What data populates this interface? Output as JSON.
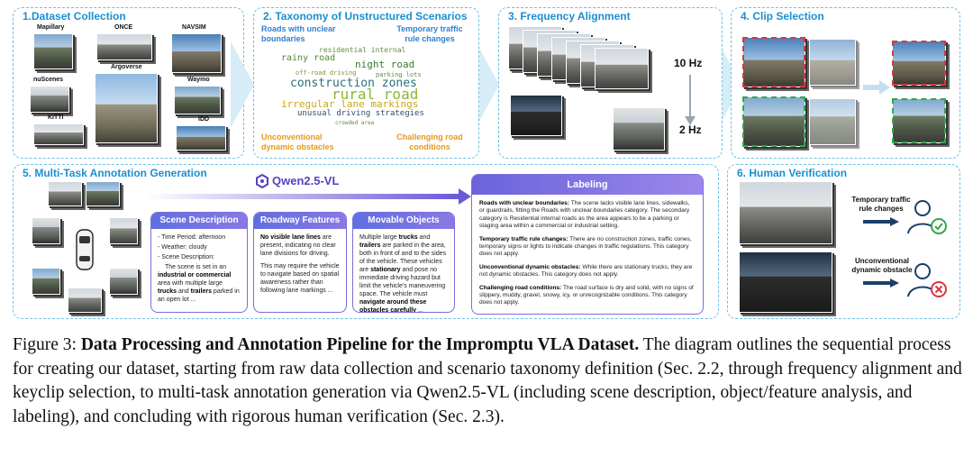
{
  "panels": {
    "dataset": {
      "title": "1.Dataset Collection",
      "sources": [
        "Mapillary",
        "ONCE",
        "NAVSIM",
        "nuScenes",
        "Argoverse",
        "Waymo",
        "KITTI",
        "IDD"
      ]
    },
    "taxonomy": {
      "title": "2. Taxonomy of Unstructured Scenarios",
      "corner_top_left": "Roads with unclear boundaries",
      "corner_top_right": "Temporary traffic rule changes",
      "corner_bottom_left": "Unconventional dynamic obstacles",
      "corner_bottom_right": "Challenging road conditions",
      "cloud_words": {
        "residential_internal": "residential internal",
        "rainy_road": "rainy road",
        "night_road": "night road",
        "off_road_driving": "off-road driving",
        "parking_lots": "parking lots",
        "construction_zones": "construction zones",
        "rural_road": "rural road",
        "irregular_lane_markings": "irregular lane markings",
        "unusual_driving_strategies": "unusual driving strategies",
        "crowded_area": "crowded area"
      }
    },
    "frequency": {
      "title": "3. Frequency Alignment",
      "hz_high": "10 Hz",
      "hz_low": "2 Hz"
    },
    "clip": {
      "title": "4. Clip Selection"
    },
    "annotation": {
      "title": "5. Multi-Task Annotation Generation",
      "model": "Qwen2.5-VL",
      "scene": {
        "header": "Scene Description",
        "time": "- Time Period:  afternoon",
        "weather": "- Weather:  cloudy",
        "scene_label": "- Scene Description:",
        "p1": "The scene is set in an",
        "b1": "industrial or commercial",
        "p2": "area with multiple large",
        "b2": "trucks",
        "p3": "and",
        "b3": "trailers",
        "p4": "parked in an open lot ..."
      },
      "roadway": {
        "header": "Roadway Features",
        "b1": "No visible lane lines",
        "p1": "are present, indicating no clear lane divisions for driving.",
        "p2": "This may require the vehicle to navigate based on spatial awareness rather than following lane markings ..."
      },
      "movable": {
        "header": "Movable Objects",
        "p1": "Multiple large",
        "b1": "trucks",
        "p2": "and",
        "b2": "trailers",
        "p3": "are parked in the area, both in front of and to the sides of the vehicle. These vehicles are",
        "b3": "stationary",
        "p4": "and pose no immediate driving hazard but limit the vehicle's maneuvering space. The vehicle must",
        "b4": "navigate around these obstacles carefully",
        "p5": "..."
      },
      "labeling": {
        "header": "Labeling",
        "items": [
          {
            "label": "Roads with unclear boundaries:",
            "text": "The scene lacks visible lane lines, sidewalks, or guardrails, fitting the Roads with unclear boundaries category. The secondary category is Residential internal roads as the area appears to be a parking or staging area within a commercial or industrial setting."
          },
          {
            "label": "Temporary traffic rule changes:",
            "text": "There are no construction zones, traffic cones, temporary signs or lights to indicate changes in traffic regulations. This category does not apply."
          },
          {
            "label": "Unconventional dynamic obstacles:",
            "text": "While there are stationary trucks, they are not dynamic obstacles. This category does not apply."
          },
          {
            "label": "Challenging road conditions:",
            "text": "The road surface is dry and solid, with no signs of slippery, muddy, gravel, snowy, icy, or unrecognizable conditions. This category does not apply."
          }
        ]
      }
    },
    "human": {
      "title": "6. Human Verification",
      "item1": "Temporary traffic rule changes",
      "item2": "Unconventional dynamic obstacle"
    }
  },
  "caption": {
    "prefix": "Figure 3: ",
    "bold": "Data Processing and Annotation Pipeline for the Impromptu VLA Dataset.",
    "text": " The diagram outlines the sequential process for creating our dataset, starting from raw data collection and scenario taxonomy definition (Sec. 2.2, through frequency alignment and keyclip selection, to multi-task annotation generation via Qwen2.5-VL (including scene description, object/feature analysis, and labeling), and concluding with rigorous human verification (Sec. 2.3)."
  },
  "colors": {
    "panel_border": "#6cc0e6",
    "panel_title": "#1b8fd0",
    "card_header": "#6b63dc",
    "accept": "#2ea84a",
    "reject": "#d9363e"
  }
}
